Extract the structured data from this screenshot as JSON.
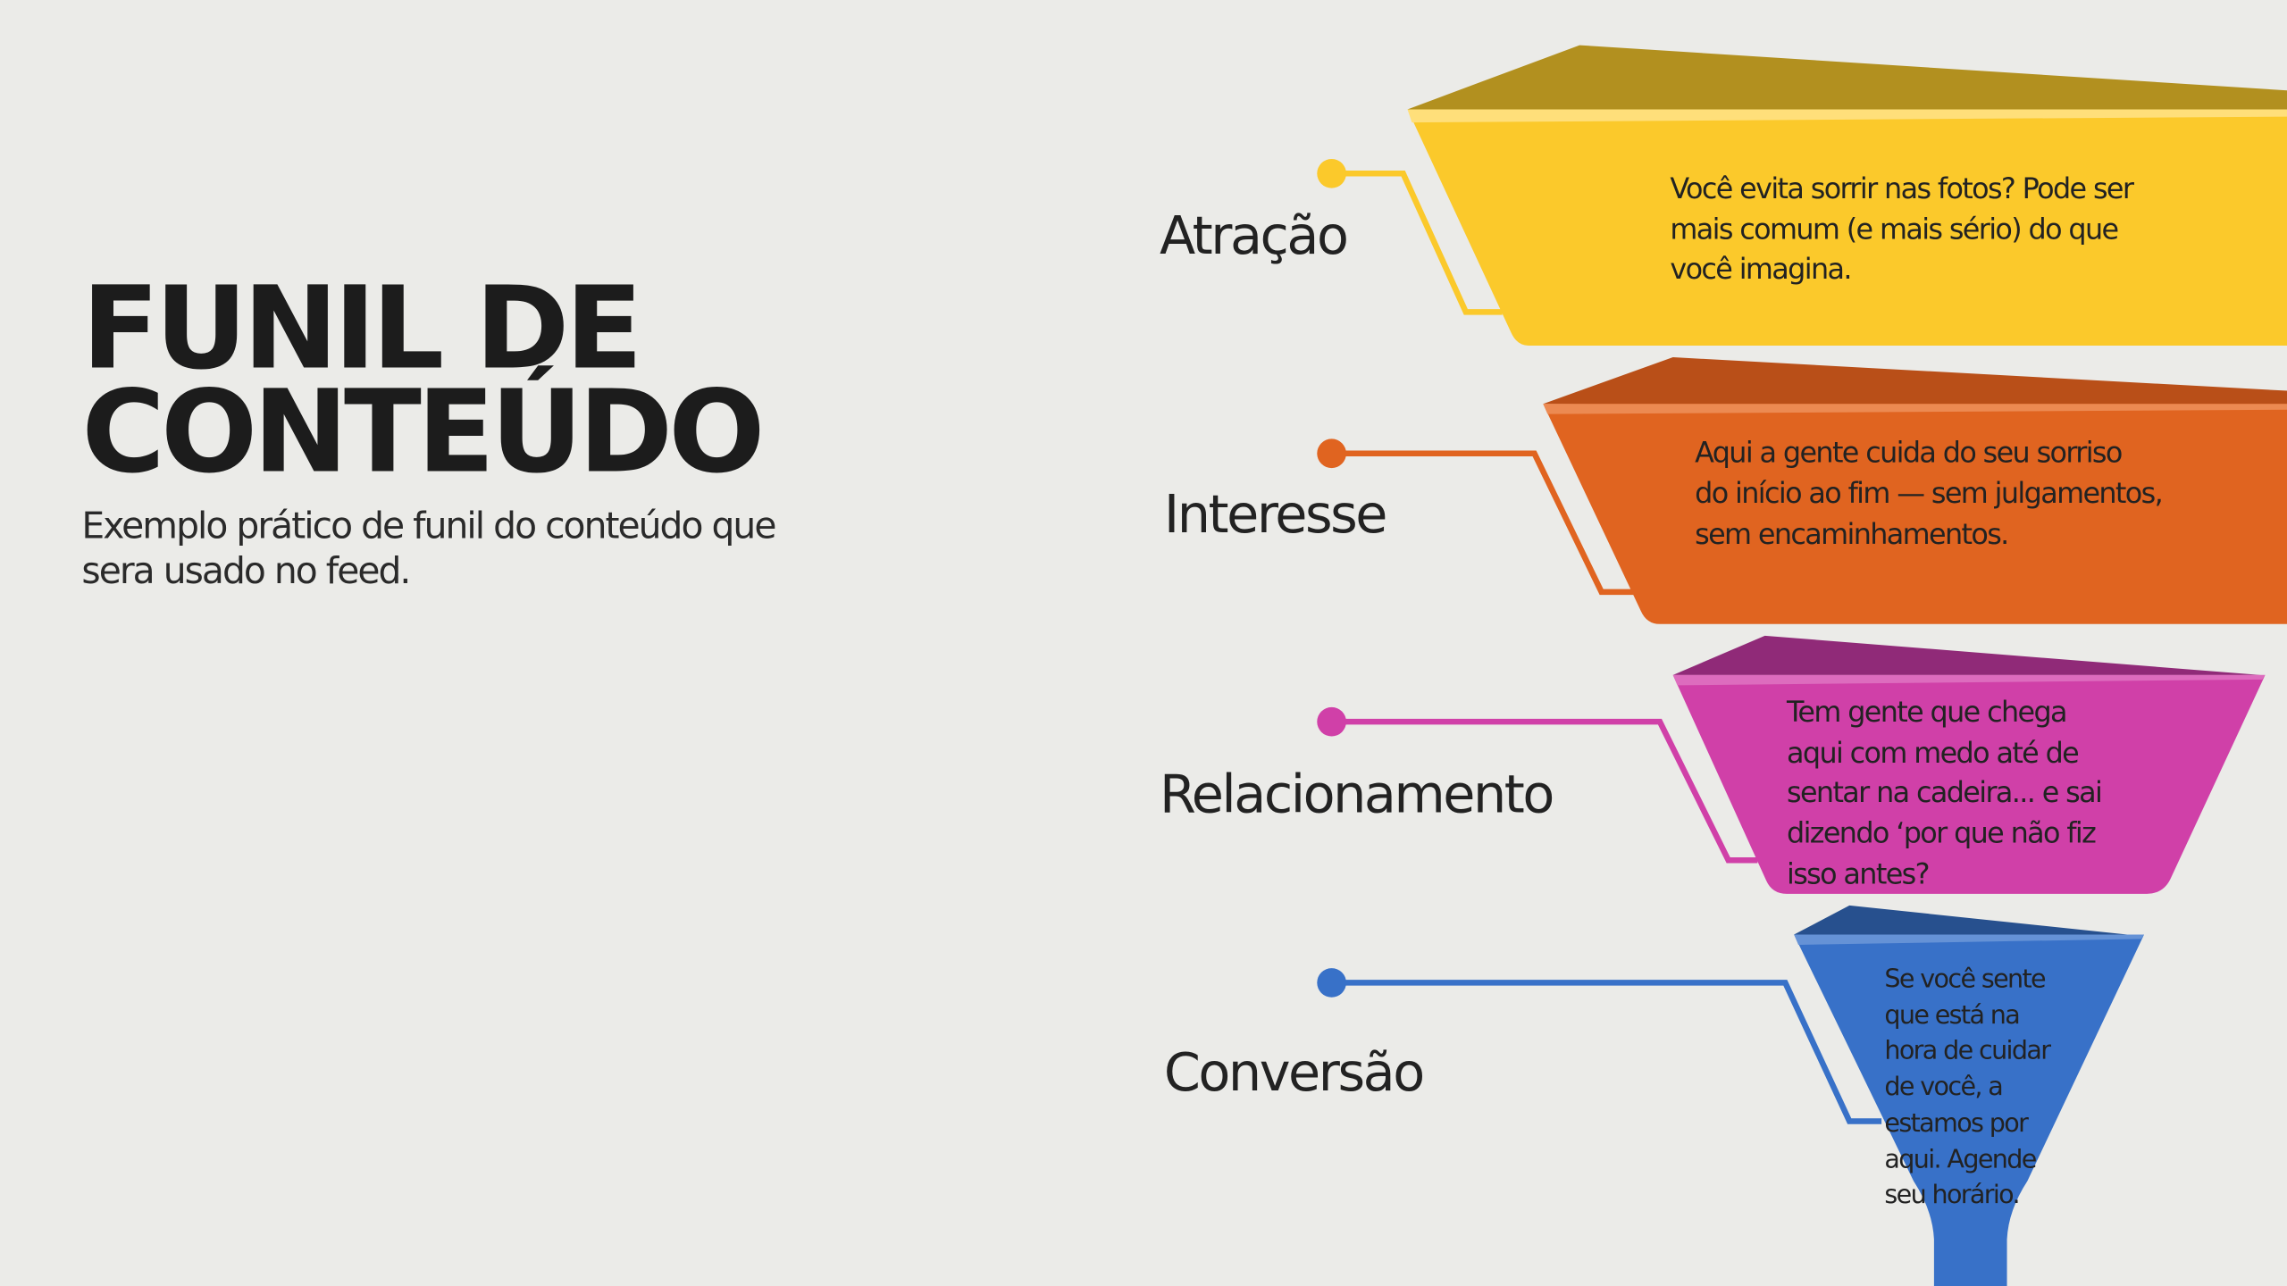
{
  "title": {
    "line1": "FUNIL DE",
    "line2": "CONTEÚDO"
  },
  "subtitle": {
    "line1": "Exemplo prático de funil do conteúdo que",
    "line2": "sera usado no feed."
  },
  "colors": {
    "background": "#ebebe8",
    "atracao": "#fbc92b",
    "interesse": "#e06420",
    "relacionamento": "#d040a8",
    "conversao": "#3871c8"
  },
  "stages": [
    {
      "label": "Atração",
      "text": [
        "Você evita sorrir nas fotos? Pode ser",
        "mais comum (e mais sério) do que",
        "você imagina."
      ]
    },
    {
      "label": "Interesse",
      "text": [
        "Aqui a gente cuida do seu sorriso",
        "do início ao fim — sem julgamentos,",
        "sem encaminhamentos."
      ]
    },
    {
      "label": "Relacionamento",
      "text": [
        "Tem gente que chega",
        "aqui com medo até de",
        "sentar na cadeira... e sai",
        "dizendo ‘por que não fiz",
        "isso antes?"
      ]
    },
    {
      "label": "Conversão",
      "text": [
        "Se você sente",
        "que está na",
        "hora de cuidar",
        "de você, a",
        "estamos por",
        "aqui. Agende",
        "seu horário."
      ]
    }
  ]
}
